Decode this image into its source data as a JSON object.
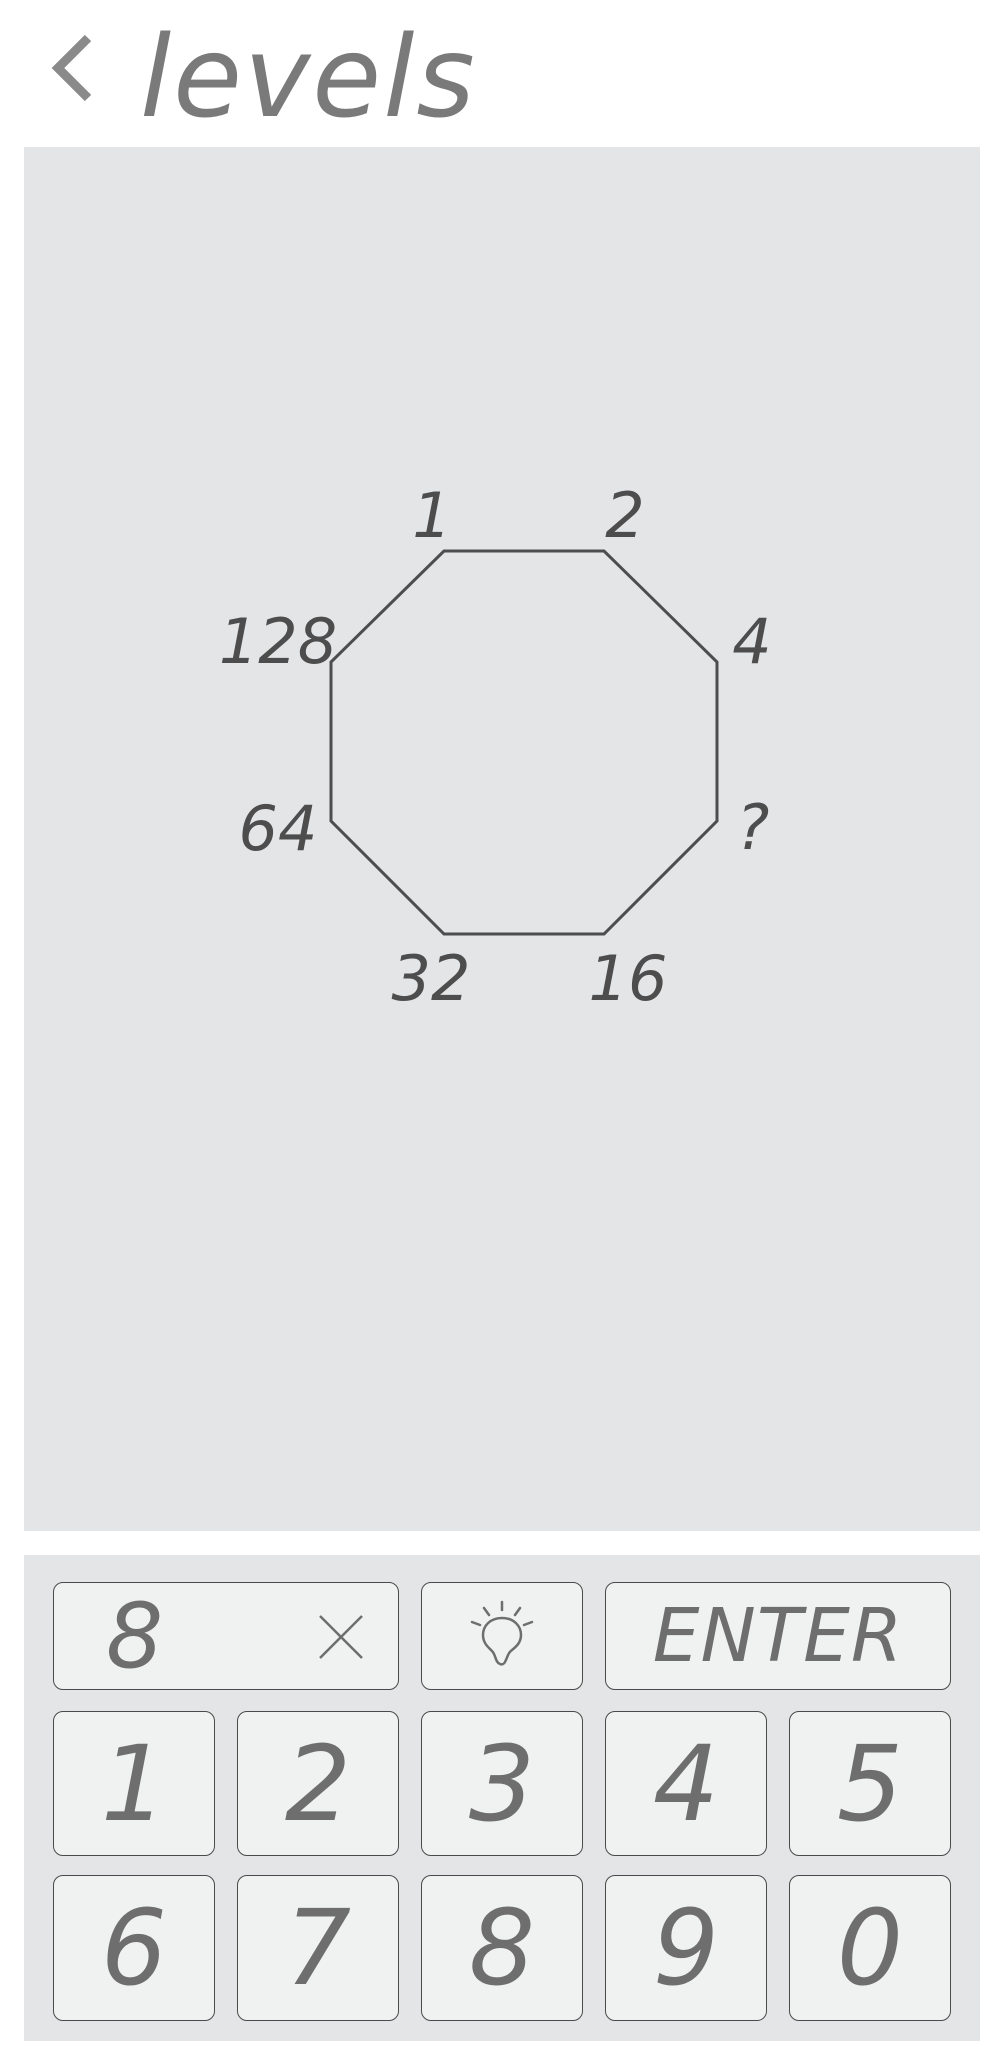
{
  "header": {
    "back_icon": "chevron-left-icon",
    "title": "levels"
  },
  "puzzle": {
    "shape": "octagon",
    "labels": [
      "1",
      "2",
      "4",
      "?",
      "16",
      "32",
      "64",
      "128"
    ],
    "colors": {
      "panel_background": "#e4e5e7",
      "outline": "#4d4d4d",
      "label_text": "#4d4d4d"
    }
  },
  "keypad": {
    "answer_value": "8",
    "clear_icon": "close-icon",
    "hint_icon": "lightbulb-icon",
    "enter_label": "ENTER",
    "digits": [
      "1",
      "2",
      "3",
      "4",
      "5",
      "6",
      "7",
      "8",
      "9",
      "0"
    ],
    "colors": {
      "key_background": "#f0f1f1",
      "key_border": "#4a4a4a",
      "key_text": "#6e6e6e"
    }
  }
}
